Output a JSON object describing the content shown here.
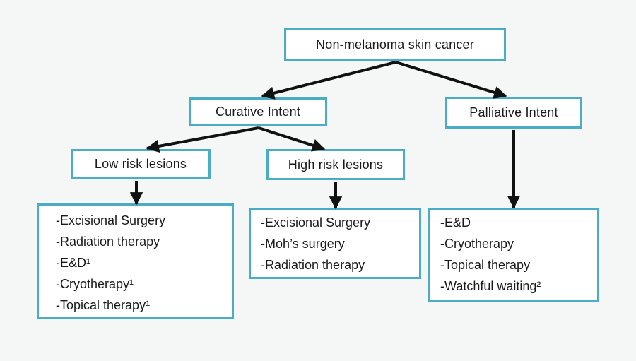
{
  "colors": {
    "background": "#f5f6f6",
    "box_border": "#4bacc6",
    "box_fill": "#ffffff",
    "arrow": "#111111",
    "text": "#1a1a1a"
  },
  "nodes": {
    "root": {
      "label": "Non-melanoma skin cancer"
    },
    "curative": {
      "label": "Curative Intent"
    },
    "palliative": {
      "label": "Palliative Intent"
    },
    "low_risk": {
      "label": "Low risk lesions"
    },
    "high_risk": {
      "label": "High risk lesions"
    },
    "low_risk_options": {
      "items": [
        "-Excisional Surgery",
        "-Radiation therapy",
        "-E&D¹",
        "-Cryotherapy¹",
        "-Topical therapy¹"
      ]
    },
    "high_risk_options": {
      "items": [
        "-Excisional Surgery",
        "-Moh’s surgery",
        "-Radiation therapy"
      ]
    },
    "palliative_options": {
      "items": [
        "-E&D",
        "-Cryotherapy",
        "-Topical therapy",
        "-Watchful waiting²"
      ]
    }
  }
}
